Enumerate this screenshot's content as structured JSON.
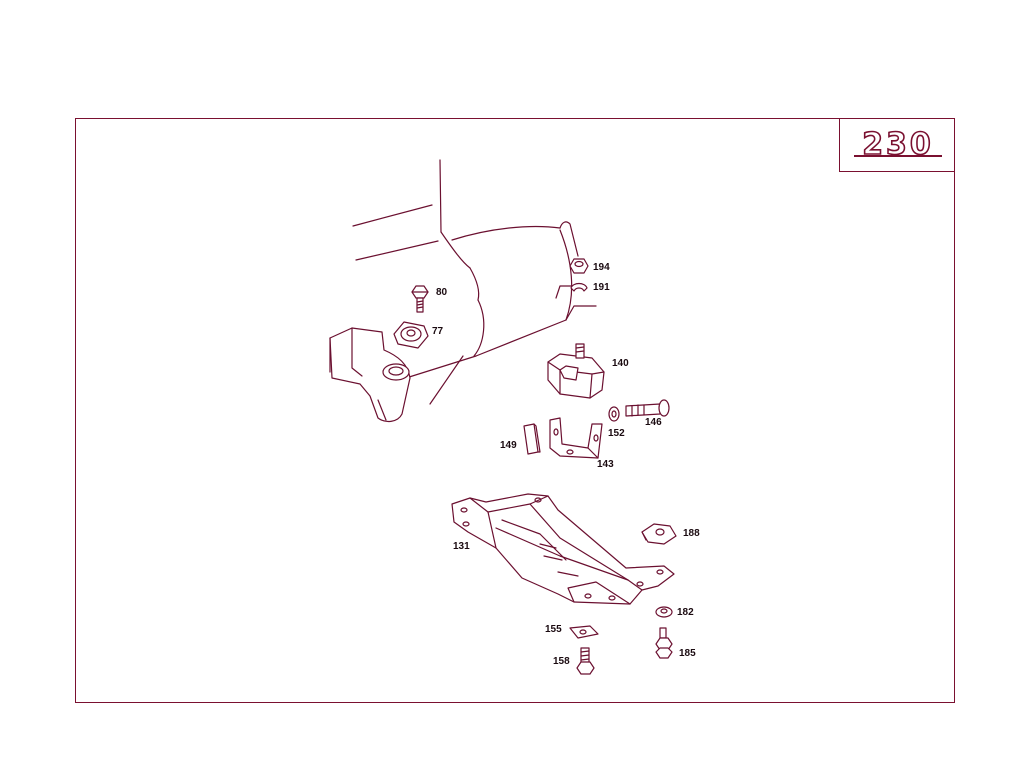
{
  "badge": {
    "model": "230"
  },
  "callouts": {
    "c194": "194",
    "c191": "191",
    "c80": "80",
    "c77": "77",
    "c140": "140",
    "c146": "146",
    "c152": "152",
    "c149": "149",
    "c143": "143",
    "c188": "188",
    "c131": "131",
    "c182": "182",
    "c155": "155",
    "c185": "185",
    "c158": "158"
  },
  "colors": {
    "line": "#6b1030",
    "frame": "#7a1030",
    "label": "#1a0a10"
  }
}
